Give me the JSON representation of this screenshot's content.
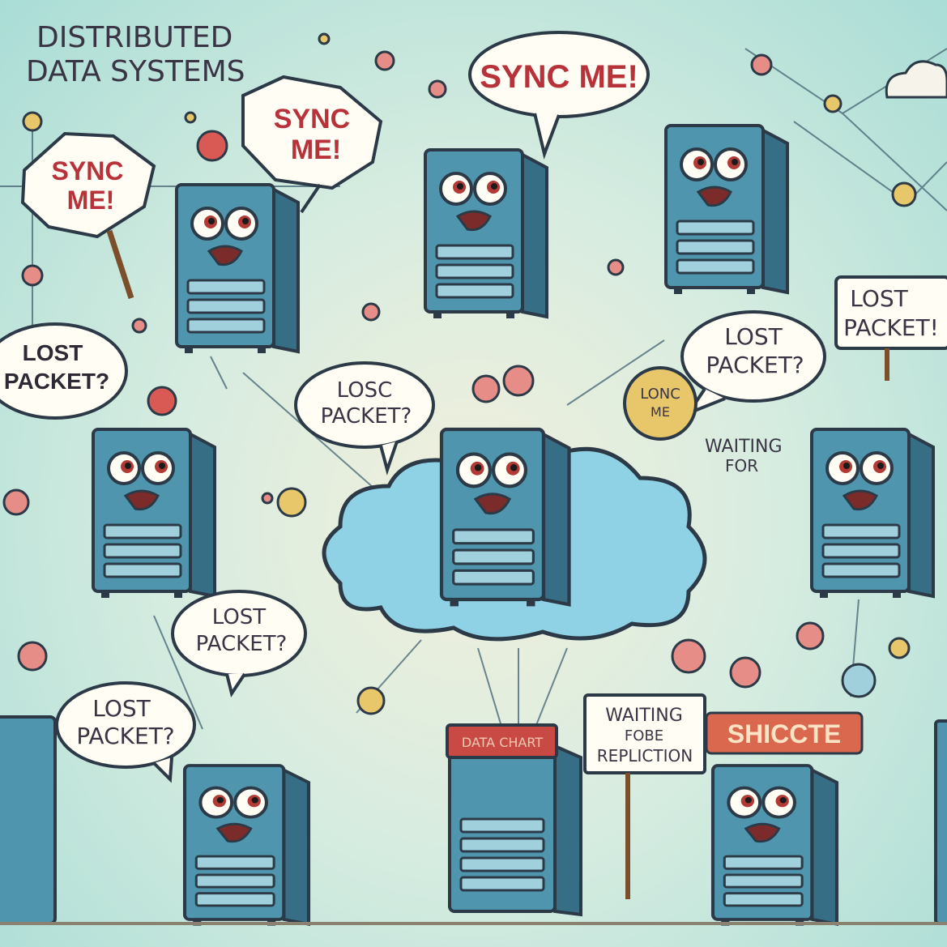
{
  "title": {
    "line1": "DISTRIBUTED",
    "line2": "DATA SYSTEMS"
  },
  "bubbles": {
    "sync_top_center": "SYNC ME!",
    "sync_left_line1": "SYNC",
    "sync_left_line2": "ME!",
    "sync_mid_line1": "SYNC",
    "sync_mid_line2": "ME!",
    "lost_left_line1": "LOST",
    "lost_left_line2": "PACKET?",
    "losc_center_line1": "LOSC",
    "losc_center_line2": "PACKET?",
    "lost_right_line1": "LOST",
    "lost_right_line2": "PACKET?",
    "lost_far_right_line1": "LOST",
    "lost_far_right_line2": "PACKET!",
    "lost_mid_low_line1": "LOST",
    "lost_mid_low_line2": "PACKET?",
    "lost_bottom_line1": "LOST",
    "lost_bottom_line2": "PACKET?"
  },
  "signs": {
    "waiting_for_line1": "WAITING",
    "waiting_for_line2": "FOR",
    "waiting_rep_line1": "WAITING",
    "waiting_rep_line2": "FOBE",
    "waiting_rep_line3": "REPLICTION",
    "badge_line1": "LONC",
    "badge_line2": "ME",
    "sync_banner": "SHICCTE",
    "box_label": "DATA CHART"
  },
  "colors": {
    "server_body": "#4f95ad",
    "server_side": "#356e85",
    "server_outline": "#2c3a47",
    "cloud": "#8fd2e6",
    "accent_red": "#c9413f",
    "node_yellow": "#e8c66a",
    "node_pink": "#e58d86"
  }
}
